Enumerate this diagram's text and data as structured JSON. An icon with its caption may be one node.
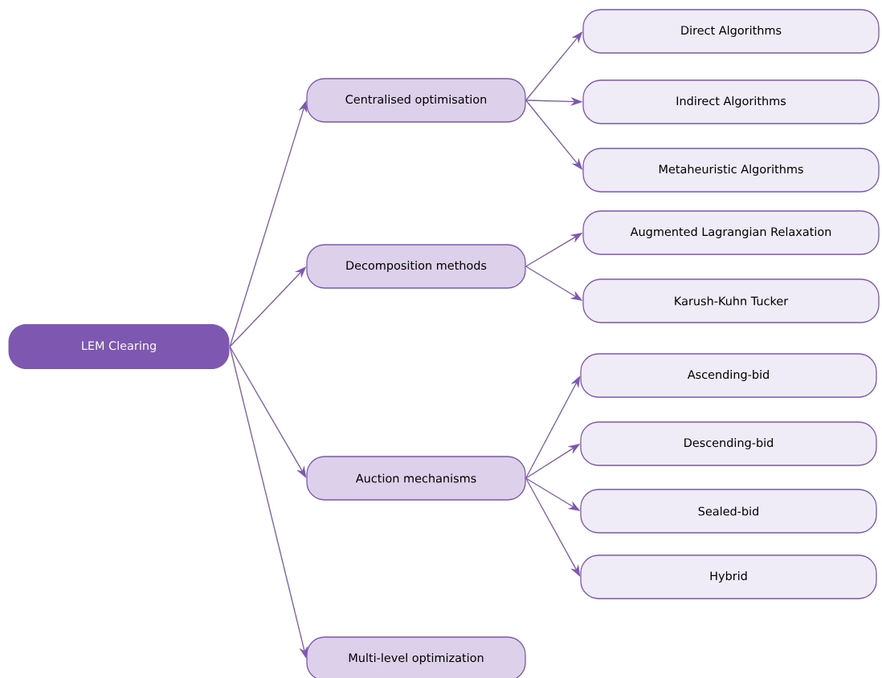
{
  "diagram": {
    "nodes": [
      {
        "text": [
          "LEM Clearing"
        ]
      },
      {
        "text": [
          "Centralised optimisation"
        ]
      },
      {
        "text": [
          "Direct Algorithms"
        ]
      },
      {
        "text": [
          "Indirect Algorithms"
        ]
      },
      {
        "text": [
          "Metaheuristic Algorithms"
        ]
      },
      {
        "text": [
          "Decomposition methods"
        ]
      },
      {
        "text": [
          "Augmented Lagrangian Relaxation"
        ]
      },
      {
        "text": [
          "Karush-Kuhn Tucker"
        ]
      },
      {
        "text": [
          "Auction mechanisms"
        ]
      },
      {
        "text": [
          "Ascending-bid"
        ]
      },
      {
        "text": [
          "Descending-bid"
        ]
      },
      {
        "text": [
          "Sealed-bid"
        ]
      },
      {
        "text": [
          "Hybrid"
        ]
      },
      {
        "text": [
          "Multi-level optimization"
        ]
      }
    ],
    "edges": [
      {
        "from": 0,
        "to": 1,
        "arrow": "to"
      },
      {
        "from": 1,
        "to": 2,
        "arrow": "to"
      },
      {
        "from": 1,
        "to": 3,
        "arrow": "to"
      },
      {
        "from": 1,
        "to": 4,
        "arrow": "to"
      },
      {
        "from": 0,
        "to": 5,
        "arrow": "to"
      },
      {
        "from": 5,
        "to": 6,
        "arrow": "to"
      },
      {
        "from": 5,
        "to": 7,
        "arrow": "to"
      },
      {
        "from": 0,
        "to": 8,
        "arrow": "to"
      },
      {
        "from": 8,
        "to": 9,
        "arrow": "to"
      },
      {
        "from": 8,
        "to": 10,
        "arrow": "to"
      },
      {
        "from": 8,
        "to": 11,
        "arrow": "to"
      },
      {
        "from": 8,
        "to": 12,
        "arrow": "to"
      },
      {
        "from": 0,
        "to": 13,
        "arrow": "to"
      }
    ]
  }
}
